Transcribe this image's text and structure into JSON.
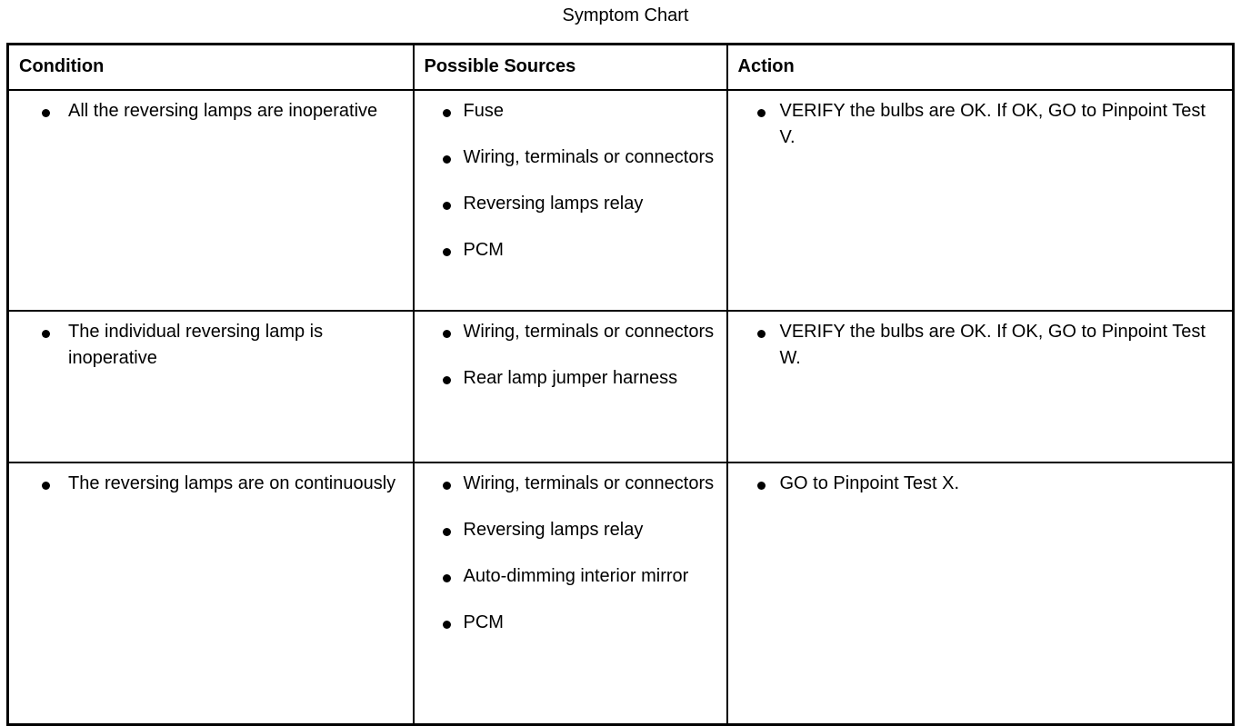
{
  "title": "Symptom Chart",
  "table": {
    "columns": [
      "Condition",
      "Possible Sources",
      "Action"
    ],
    "rows": [
      {
        "condition": [
          "All the reversing lamps are inoperative"
        ],
        "sources": [
          "Fuse",
          "Wiring, terminals or connectors",
          "Reversing lamps relay",
          "PCM"
        ],
        "action": [
          "VERIFY the bulbs are OK. If OK, GO to Pinpoint Test V."
        ]
      },
      {
        "condition": [
          "The individual reversing lamp is inoperative"
        ],
        "sources": [
          "Wiring, terminals or connectors",
          "Rear lamp jumper harness"
        ],
        "action": [
          "VERIFY the bulbs are OK. If OK, GO to Pinpoint Test W."
        ]
      },
      {
        "condition": [
          "The reversing lamps are on continuously"
        ],
        "sources": [
          "Wiring, terminals or connectors",
          "Reversing lamps relay",
          "Auto-dimming interior mirror",
          "PCM"
        ],
        "action": [
          "GO to Pinpoint Test X."
        ]
      }
    ]
  },
  "colors": {
    "text": "#000000",
    "background": "#ffffff",
    "border": "#000000"
  }
}
